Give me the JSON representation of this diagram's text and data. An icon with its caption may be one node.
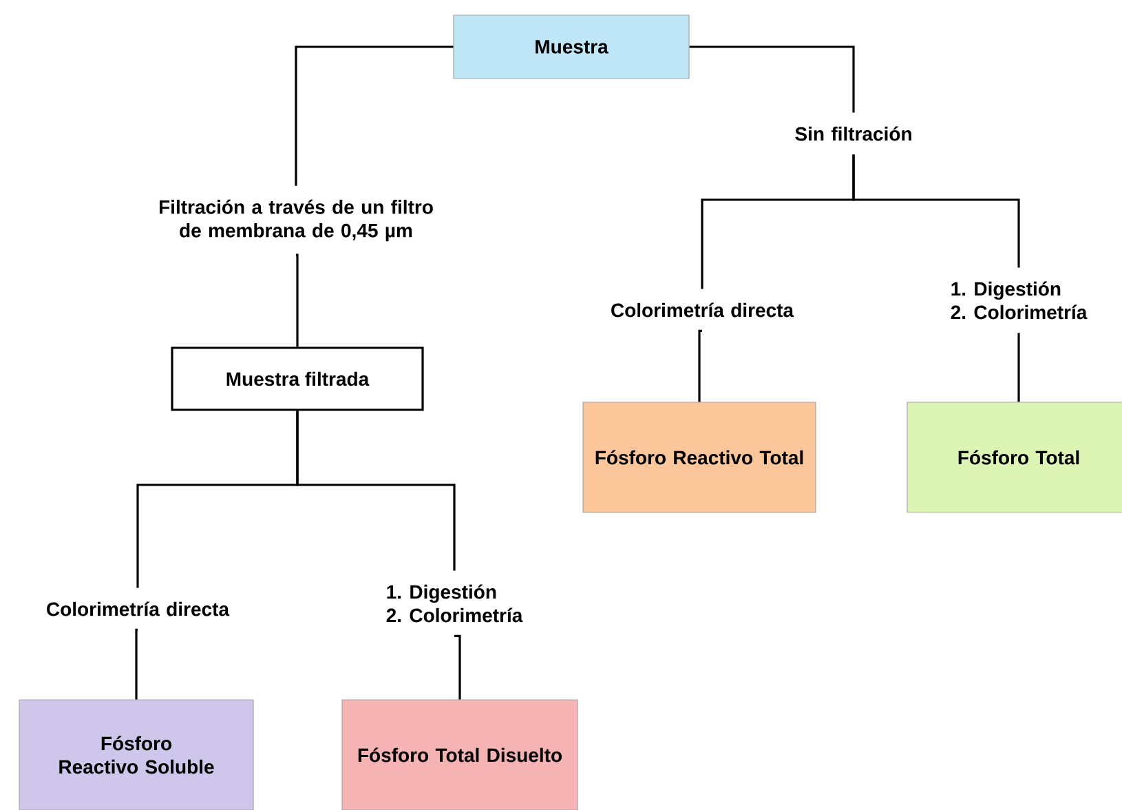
{
  "diagram": {
    "nodes": [
      {
        "text": [
          "Muestra"
        ]
      },
      {
        "text": [
          "Filtración a través de un filtro de membrana de 0,45 µm"
        ]
      },
      {
        "text": [
          "Sin filtración"
        ]
      },
      {
        "text": [
          "Muestra filtrada"
        ]
      },
      {
        "text": [
          "Colorimetría directa"
        ]
      },
      {
        "text": [
          "1. Digestión",
          "2. Colorimetría"
        ]
      },
      {
        "text": [
          "Fósforo Reactivo Soluble"
        ]
      },
      {
        "text": [
          "Fósforo Total Disuelto"
        ]
      },
      {
        "text": [
          "Colorimetría directa"
        ]
      },
      {
        "text": [
          "1. Digestión",
          "2. Colorimetría"
        ]
      },
      {
        "text": [
          "Fósforo Reactivo Total"
        ]
      },
      {
        "text": [
          "Fósforo Total"
        ]
      }
    ],
    "edges": [
      {
        "from": 0,
        "to": 1,
        "arrow": "none"
      },
      {
        "from": 0,
        "to": 2,
        "arrow": "none"
      },
      {
        "from": 1,
        "to": 3,
        "arrow": "none"
      },
      {
        "from": 3,
        "to": 4,
        "arrow": "none"
      },
      {
        "from": 3,
        "to": 5,
        "arrow": "none"
      },
      {
        "from": 4,
        "to": 6,
        "arrow": "none"
      },
      {
        "from": 5,
        "to": 7,
        "arrow": "none"
      },
      {
        "from": 2,
        "to": 8,
        "arrow": "none"
      },
      {
        "from": 2,
        "to": 9,
        "arrow": "none"
      },
      {
        "from": 8,
        "to": 10,
        "arrow": "none"
      },
      {
        "from": 9,
        "to": 11,
        "arrow": "none"
      }
    ]
  }
}
